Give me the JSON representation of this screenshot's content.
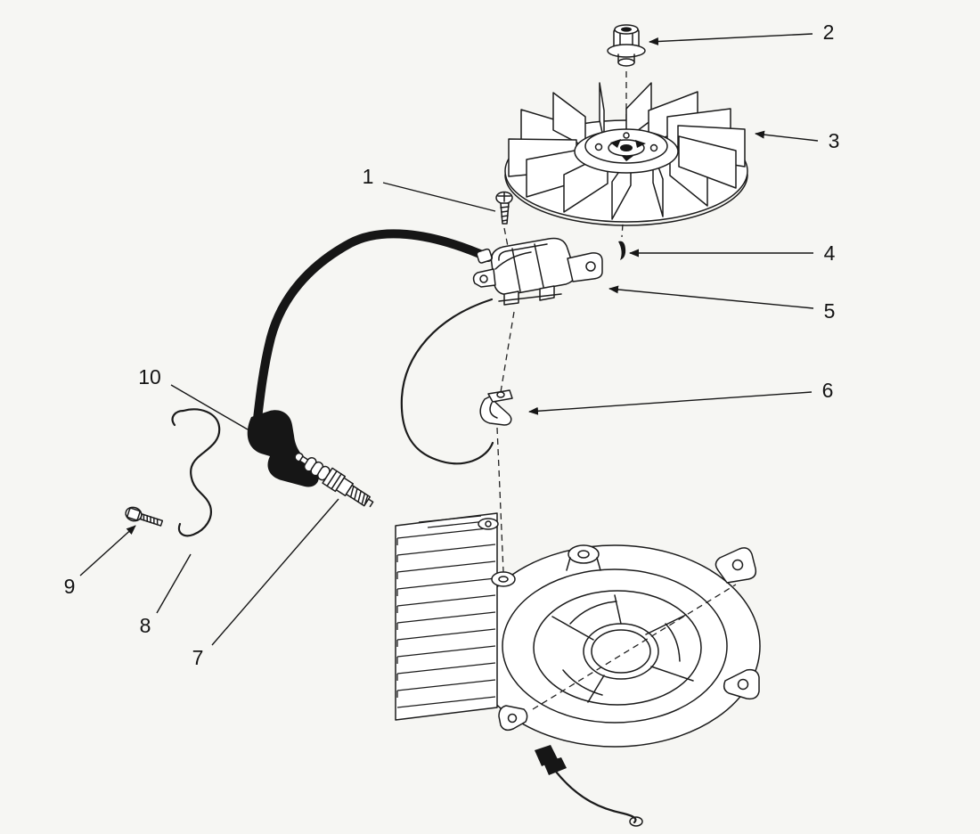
{
  "figure": {
    "type": "exploded-parts-diagram",
    "background_color": "#f6f6f3",
    "line_color": "#1b1b1b"
  },
  "callouts": [
    {
      "label": "1"
    },
    {
      "label": "2"
    },
    {
      "label": "3"
    },
    {
      "label": "4"
    },
    {
      "label": "5"
    },
    {
      "label": "6"
    },
    {
      "label": "7"
    },
    {
      "label": "8"
    },
    {
      "label": "9"
    },
    {
      "label": "10"
    }
  ]
}
